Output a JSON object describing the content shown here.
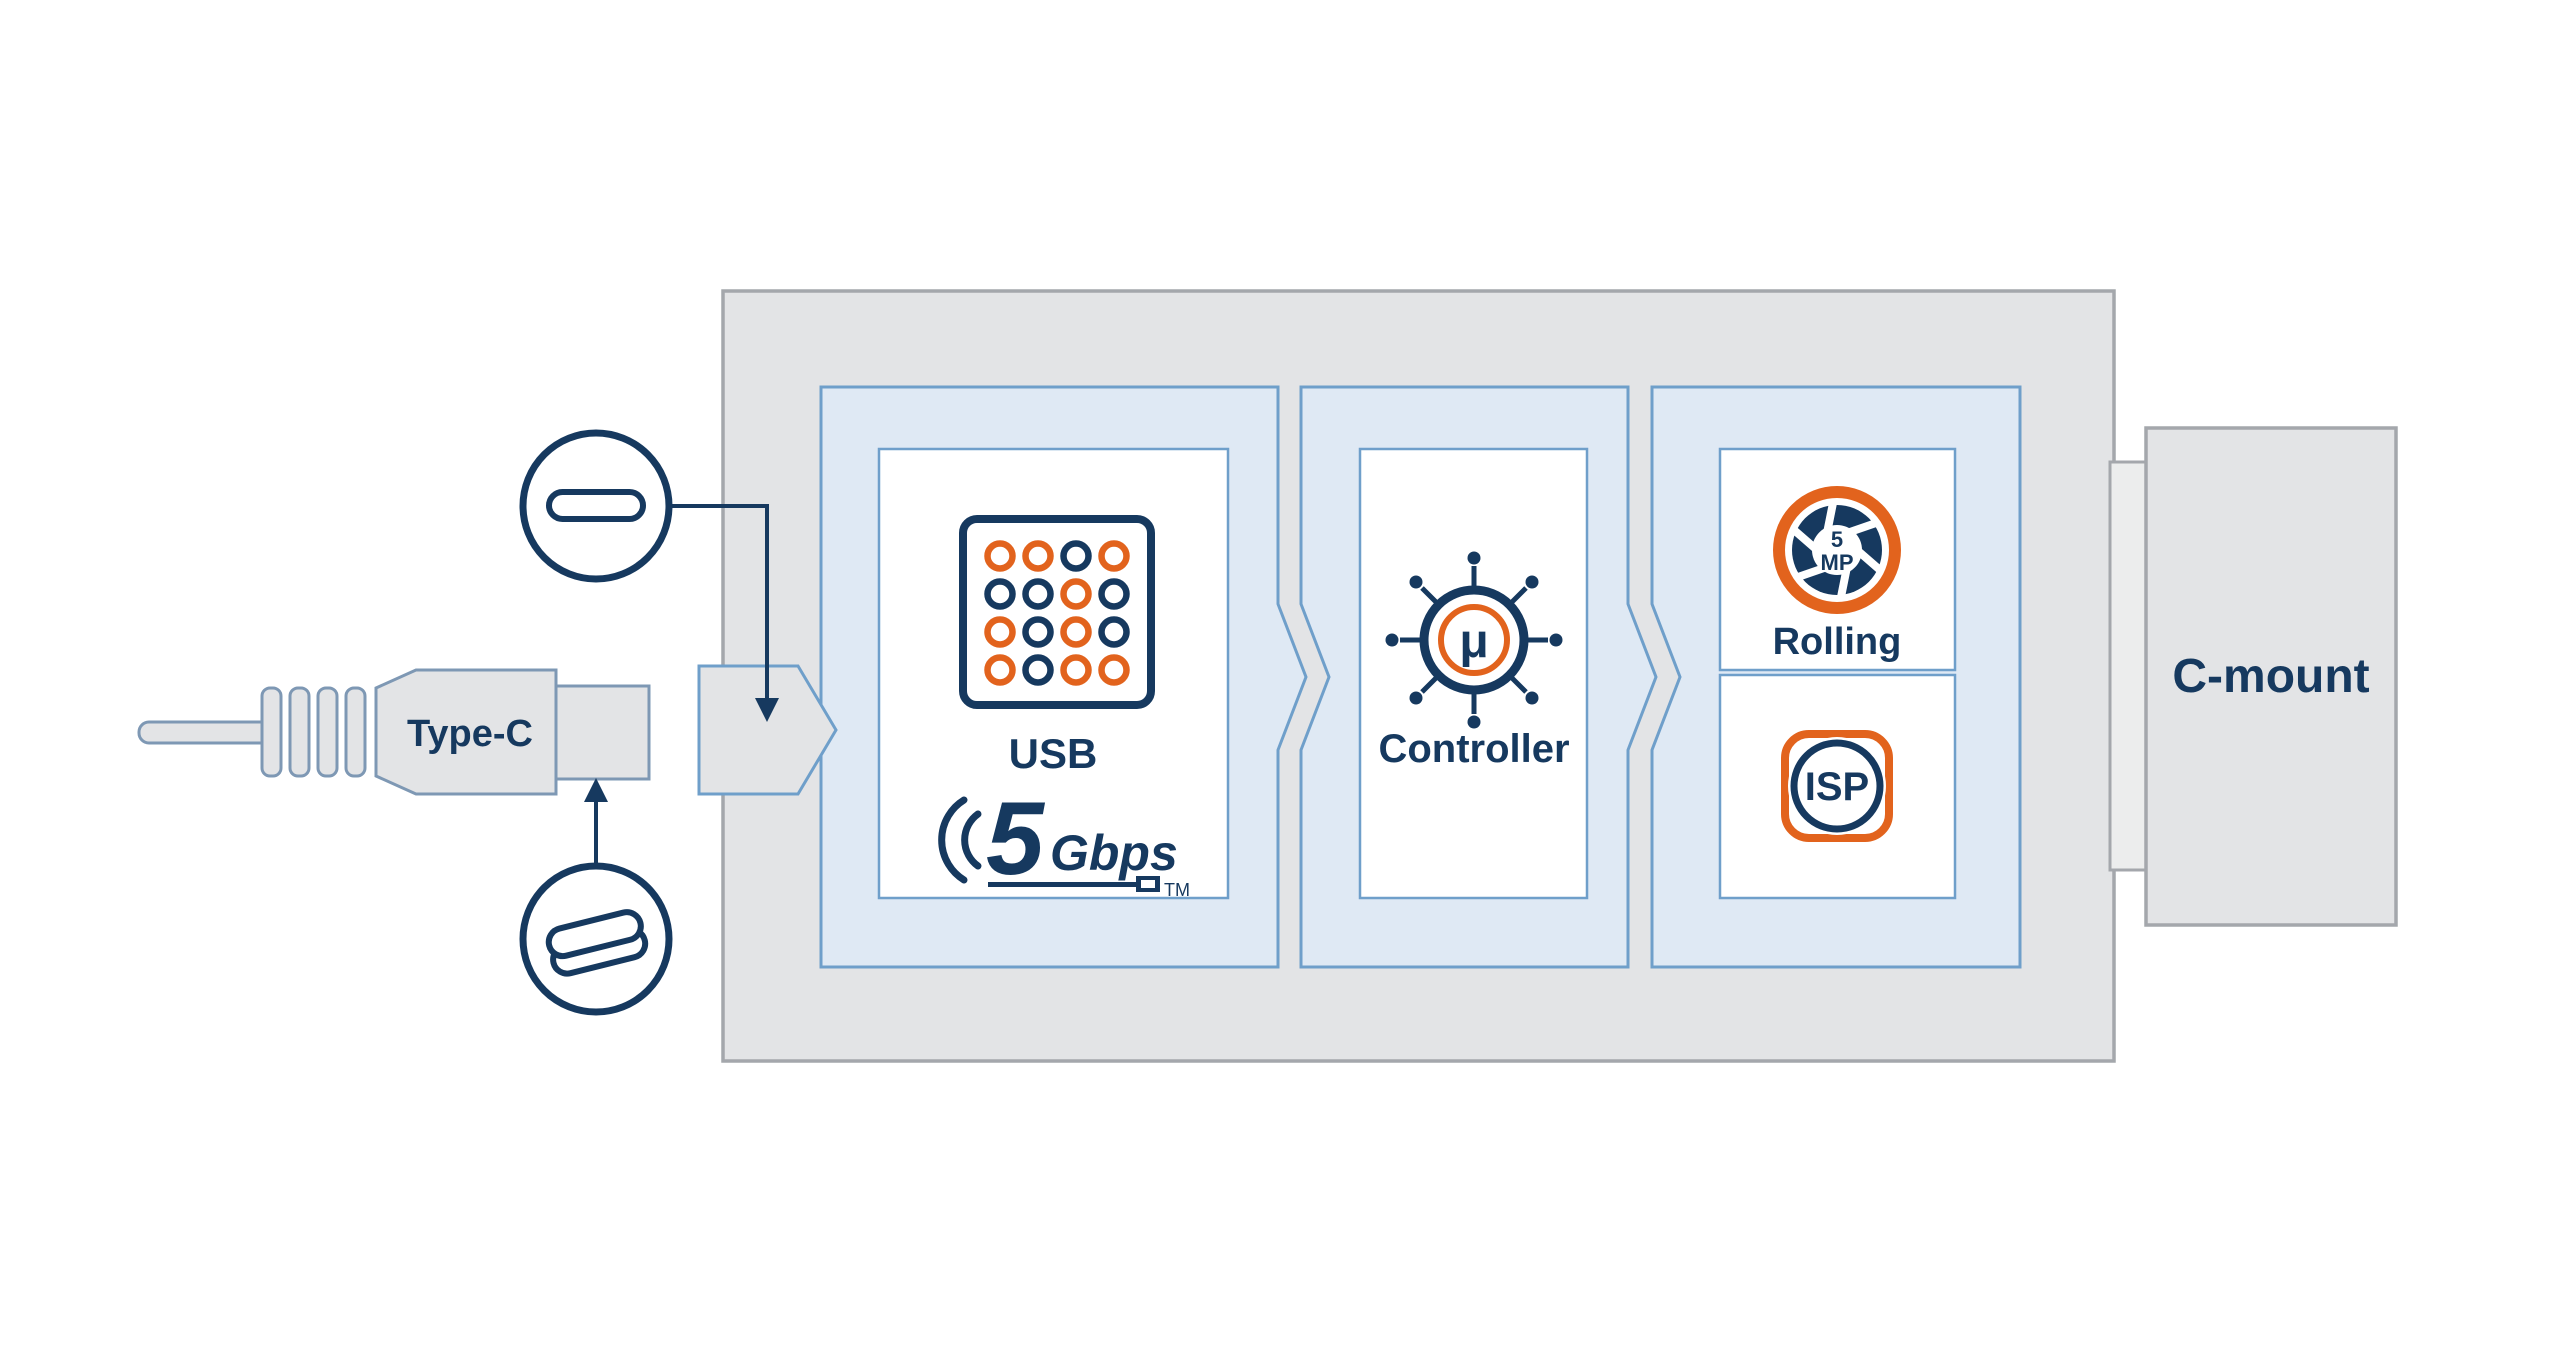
{
  "colors": {
    "navy": "#16395f",
    "orange": "#e2631d",
    "body_fill": "#e3e4e6",
    "body_stroke": "#a4a7ac",
    "panel_fill": "#dfe9f4",
    "panel_stroke": "#6f9fca",
    "cable_fill": "#e3e4e6",
    "cable_stroke": "#7e98b4",
    "white": "#ffffff"
  },
  "labels": {
    "cable": "Type-C",
    "usb": "USB",
    "speed_value": "5",
    "speed_unit": "Gbps",
    "trademark": "TM",
    "controller": "Controller",
    "mcu_symbol": "μ",
    "sensor_resolution_value": "5",
    "sensor_resolution_unit": "MP",
    "shutter_type": "Rolling",
    "isp": "ISP",
    "lens_mount": "C-mount"
  },
  "usb_icon_pin_grid": [
    [
      "o",
      "o",
      "n",
      "o"
    ],
    [
      "n",
      "n",
      "o",
      "n"
    ],
    [
      "o",
      "n",
      "o",
      "n"
    ],
    [
      "o",
      "n",
      "o",
      "o"
    ]
  ]
}
